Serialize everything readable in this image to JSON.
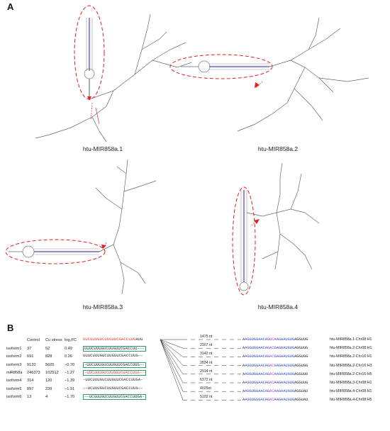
{
  "panels": {
    "a": "A",
    "b": "B"
  },
  "structures": [
    {
      "label": "htu-MIR858a.1"
    },
    {
      "label": "htu-MIR858a.2"
    },
    {
      "label": "htu-MIR858a.3"
    },
    {
      "label": "htu-MIR858a.4"
    }
  ],
  "table": {
    "headers": [
      "Control",
      "Cu stress",
      "log₂FC"
    ],
    "rows": [
      {
        "name": "isoform1",
        "control": "37",
        "cu": "52",
        "fc": "0.49",
        "seq": "UUUCUUUGUCUUGUUCGACCUU–––",
        "boxed": true
      },
      {
        "name": "isoform2",
        "control": "691",
        "cu": "828",
        "fc": "0.26",
        "seq": "UUUCUUUGUCUUGUUCGACCUUG––",
        "boxed": false
      },
      {
        "name": "isoform3",
        "control": "9120",
        "cu": "5625",
        "fc": "−0.70",
        "seq": "–UUCUUUGUCUUGUUCGACCUUG––",
        "boxed": true
      },
      {
        "name": "miR858a",
        "control": "246373",
        "cu": "102512",
        "fc": "−1.27",
        "seq": "–UUCUUUGUCUUGUUCGACCUUG––",
        "boxed": true
      },
      {
        "name": "isoform4",
        "control": "314",
        "cu": "120",
        "fc": "−1.39",
        "seq": "–UUCUUUGUCUUGUUCGACCUUGA–",
        "boxed": false
      },
      {
        "name": "isoform5",
        "control": "897",
        "cu": "239",
        "fc": "−1.91",
        "seq": "––UCUUUGUCUUGUUCGACCUUG––",
        "boxed": false
      },
      {
        "name": "isoform6",
        "control": "13",
        "cu": "4",
        "fc": "−1.70",
        "seq": "––UCGUUGUCUUGUUCGACCUUGA–",
        "boxed": true
      }
    ],
    "top_seq": {
      "red": "UUCUUUGUCUUGUUCGACCUUG",
      "black": "AUU"
    }
  },
  "targets": [
    {
      "distance": "1475 nt",
      "seq": "AAGGUGGAACAGUCAAGAAUGUGAGGUUG",
      "name": "htu-MIR858a.1-Chr08:H1"
    },
    {
      "distance": "2167 nt",
      "seq": "AAGGUGGAACAGACGAGAAUGUGAGGUUG",
      "name": "htu-MIR858a.2-Chr08:H1"
    },
    {
      "distance": "3142 nt",
      "seq": "AAGGUGGAACAGACGAGAAUGUGAGGUGG",
      "name": "htu-MIR858a.2-Chr16:H1"
    },
    {
      "distance": "2834 nt",
      "seq": "AAGGUGGAACAGACGAGAAUGUGAGGUGG",
      "name": "htu-MIR858a.2-Chr16:H3"
    },
    {
      "distance": "2914 nt",
      "seq": "AAGGUGGAACAGACAAGAAUGUGAGGUUG",
      "name": "htu-MIR858a.2-Chr16:H5"
    },
    {
      "distance": "6372 nt",
      "seq": "AAGGUGGAACAGACAAGAAUGUGAGGUUG",
      "name": "htu-MIR858a.3-Chr08:H1"
    },
    {
      "distance": "4025nt",
      "seq": "AAGGUGGAACAGACAAGAAUGUGAGGUAU",
      "name": "htu-MIR858a.4-Chr08:H1"
    },
    {
      "distance": "5102 nt",
      "seq": "AAGGUGGGACAGACAAGAAUGUGAGGUAU",
      "name": "htu-MIR858a.4-Chr08:H5"
    }
  ],
  "colors": {
    "mature": "#e0342b",
    "accent_blue": "#2b46c8",
    "accent_purple": "#b03ab8",
    "box": "#2a9d6a",
    "highlight": "#e02020"
  }
}
